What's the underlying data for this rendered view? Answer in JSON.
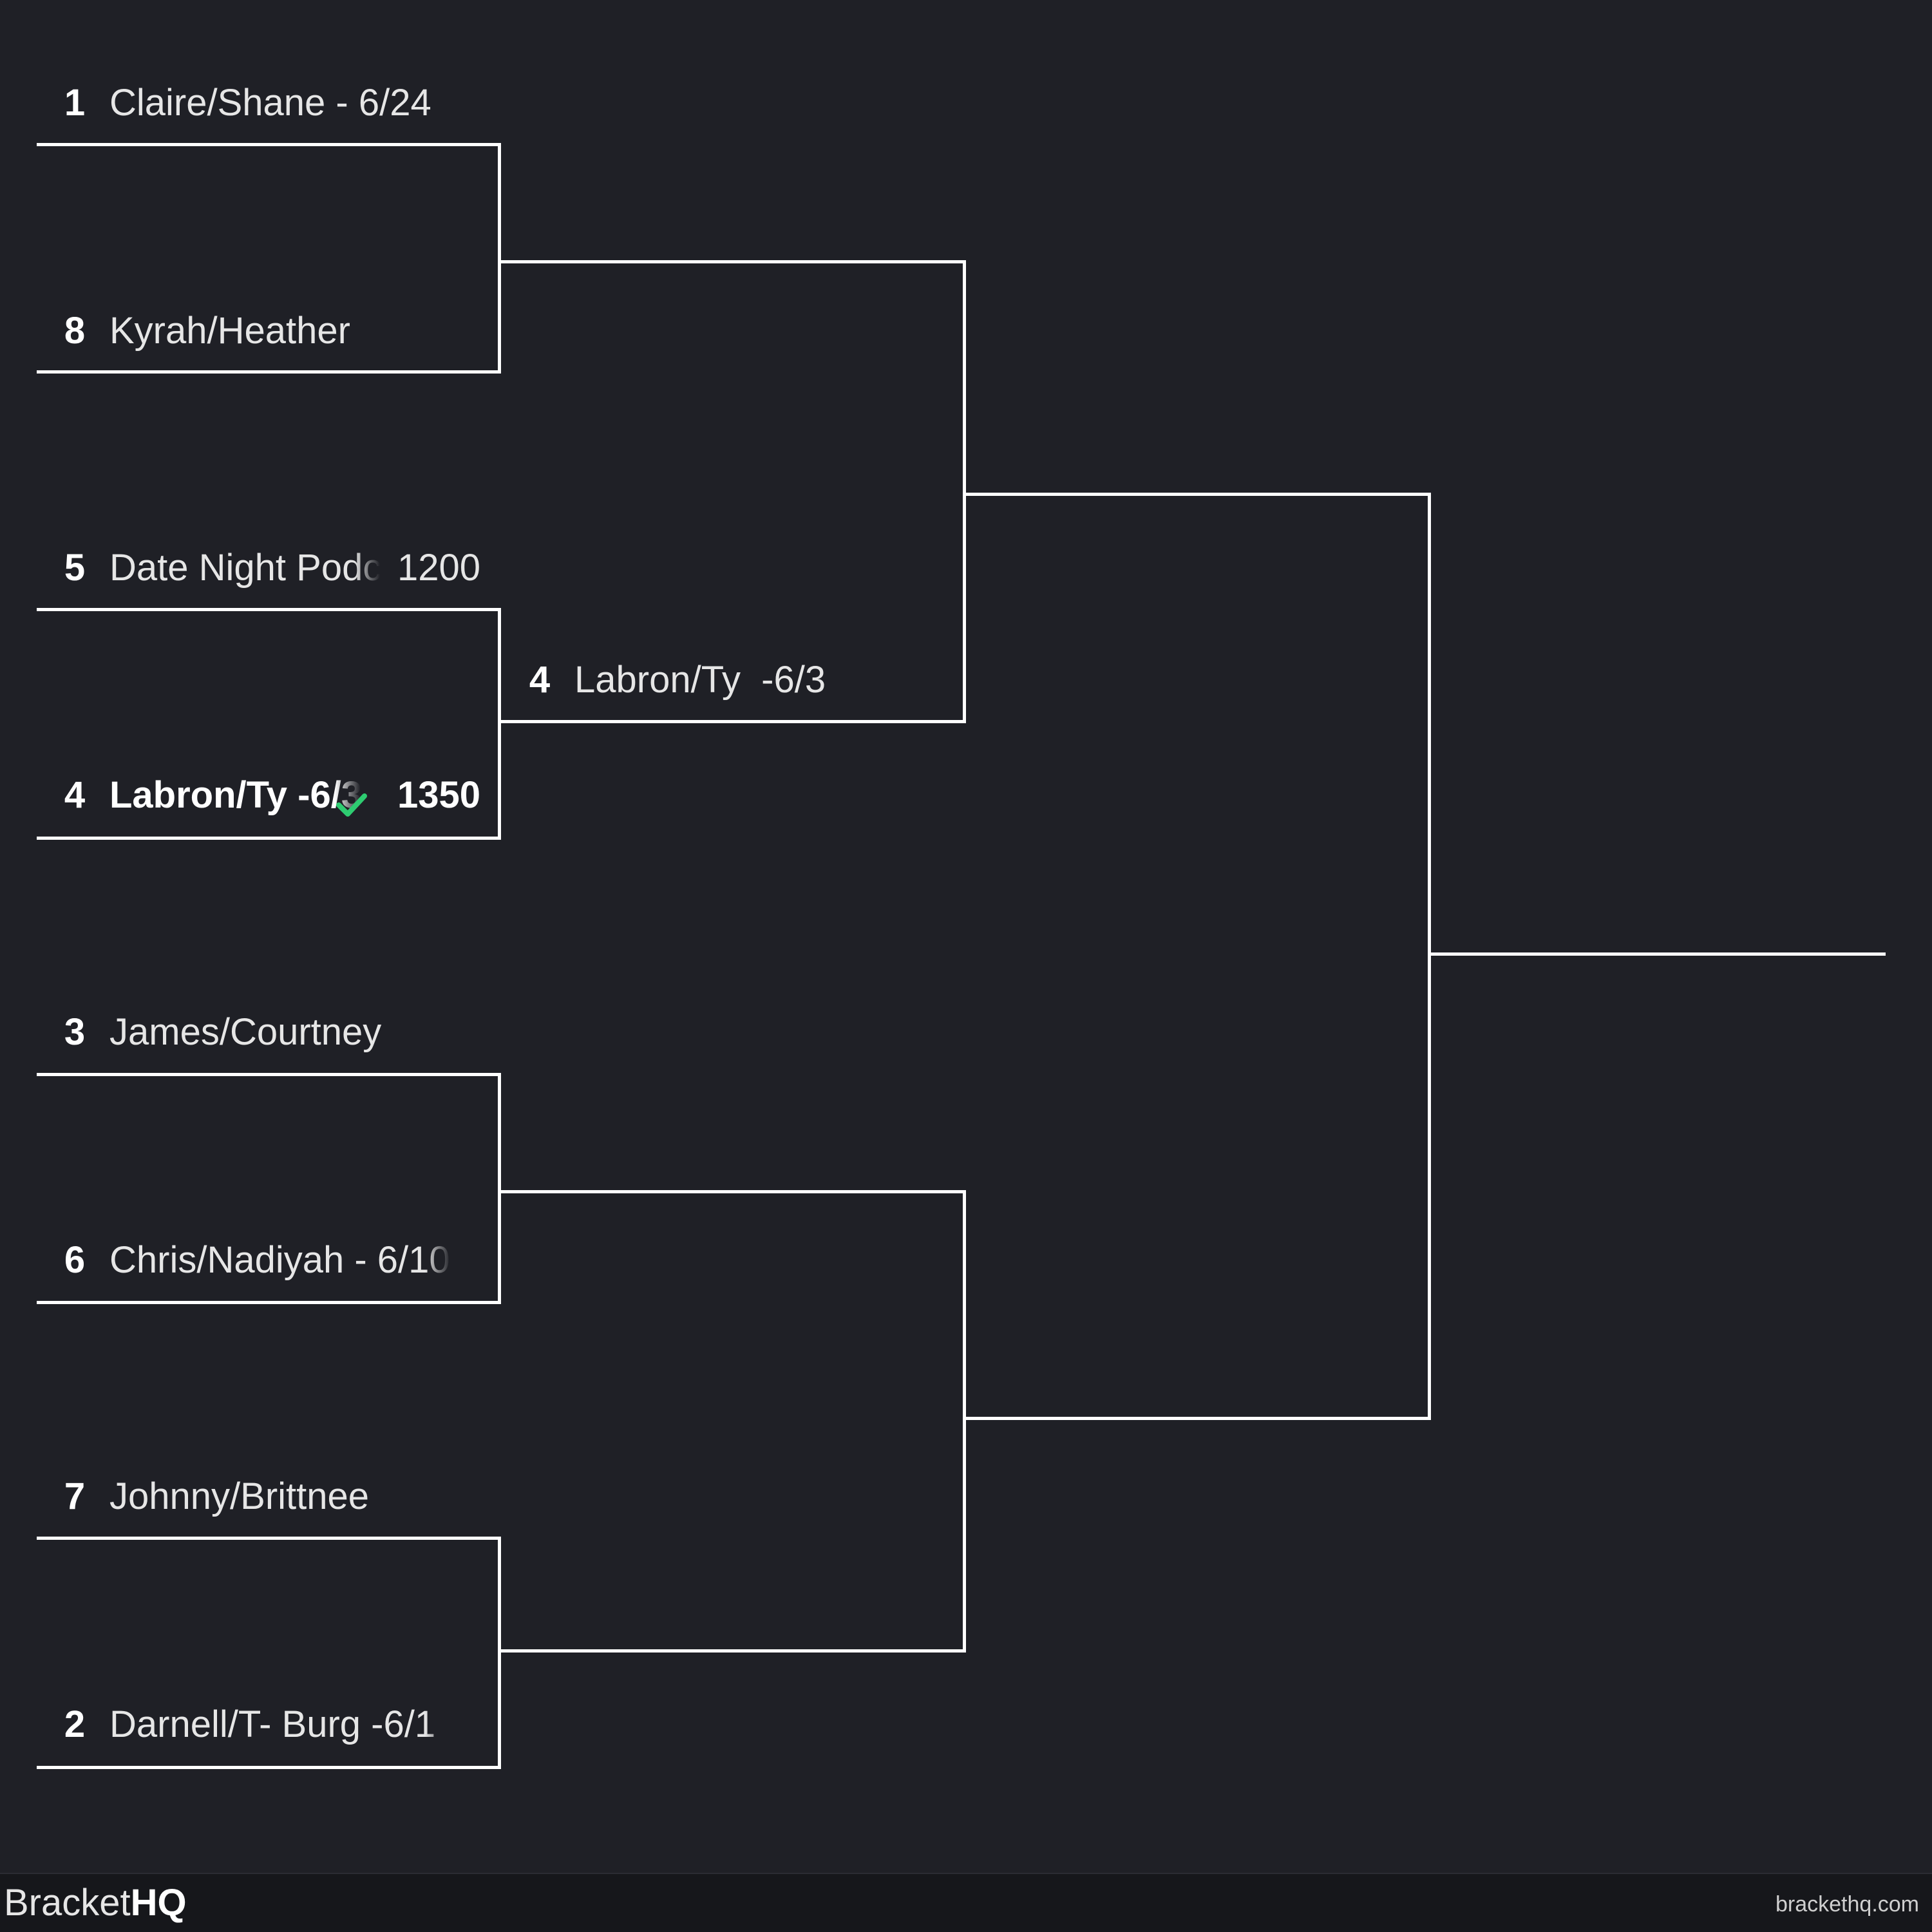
{
  "bracket": {
    "round1": [
      {
        "seed": "1",
        "name": "Claire/Shane - 6/24",
        "score": ""
      },
      {
        "seed": "8",
        "name": "Kyrah/Heather",
        "score": ""
      },
      {
        "seed": "5",
        "name": "Date Night Podcast",
        "score": "1200"
      },
      {
        "seed": "4",
        "name": "Labron/Ty -6/3",
        "score": "1350",
        "winner": true
      },
      {
        "seed": "3",
        "name": "James/Courtney",
        "score": ""
      },
      {
        "seed": "6",
        "name": "Chris/Nadiyah - 6/10",
        "score": ""
      },
      {
        "seed": "7",
        "name": "Johnny/Brittnee",
        "score": ""
      },
      {
        "seed": "2",
        "name": "Darnell/T- Burg -6/1",
        "score": ""
      }
    ],
    "round2": [
      {
        "seed": "4",
        "name": "Labron/Ty  -6/3",
        "score": ""
      }
    ],
    "winner_icon": "check-icon",
    "accent_color": "#2ecc71"
  },
  "footer": {
    "brand_light": "Bracket",
    "brand_bold": "HQ",
    "site": "brackethq.com"
  }
}
